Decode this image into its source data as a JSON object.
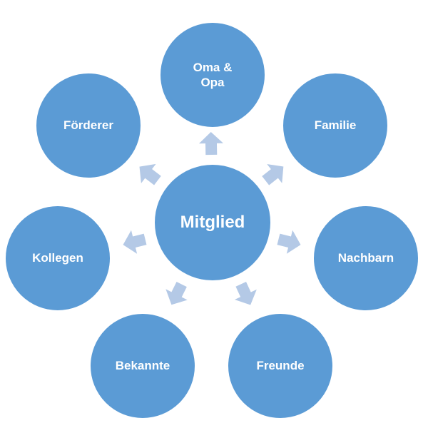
{
  "colors": {
    "circle_fill": "#5B9BD5",
    "arrow_fill": "#B4C9E6",
    "text": "#FFFFFF"
  },
  "center": {
    "label": "Mitglied"
  },
  "nodes": [
    {
      "id": "oma-opa",
      "label": "Oma &\nOpa"
    },
    {
      "id": "familie",
      "label": "Familie"
    },
    {
      "id": "nachbarn",
      "label": "Nachbarn"
    },
    {
      "id": "freunde",
      "label": "Freunde"
    },
    {
      "id": "bekannte",
      "label": "Bekannte"
    },
    {
      "id": "kollegen",
      "label": "Kollegen"
    },
    {
      "id": "foerderer",
      "label": "Förderer"
    }
  ]
}
